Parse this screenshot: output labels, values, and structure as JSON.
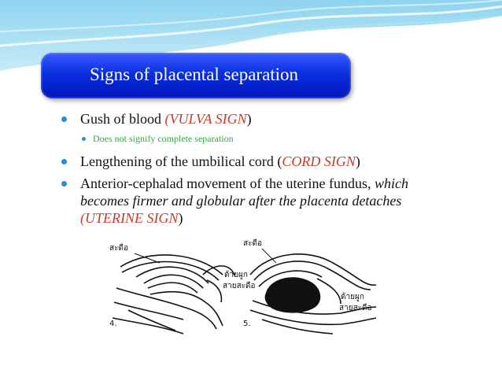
{
  "slide": {
    "title": "Signs of placental separation",
    "bullets": [
      {
        "main": "Gush of blood ",
        "red": "(VULVA SIGN",
        "end": ")"
      },
      {
        "sub": "Does not signify complete separation"
      },
      {
        "main": " Lengthening of the umbilical cord (",
        "red": "CORD SIGN",
        "end": ")"
      },
      {
        "line1": "Anterior-cephalad movement of the uterine fundus, ",
        "line1_it": "which",
        "line2_it": "becomes firmer and globular after the placenta detaches",
        "line3_red": "(UTERINE SIGN",
        "line3_end": ")"
      }
    ]
  },
  "figure": {
    "left_label_top": "สะดือ",
    "left_label_side_1": "ด้ายผูก",
    "left_label_side_2": "สายสะดือ",
    "left_number": "4.",
    "right_label_top": "สะดือ",
    "right_label_side_1": "ด้ายผูก",
    "right_label_side_2": "สายสะดือ",
    "right_number": "5."
  },
  "colors": {
    "title_bg": "#0a2fe0",
    "accent_red": "#c83a2b",
    "sub_green": "#2eaa3c",
    "bullet_blue": "#2b8ad4"
  }
}
